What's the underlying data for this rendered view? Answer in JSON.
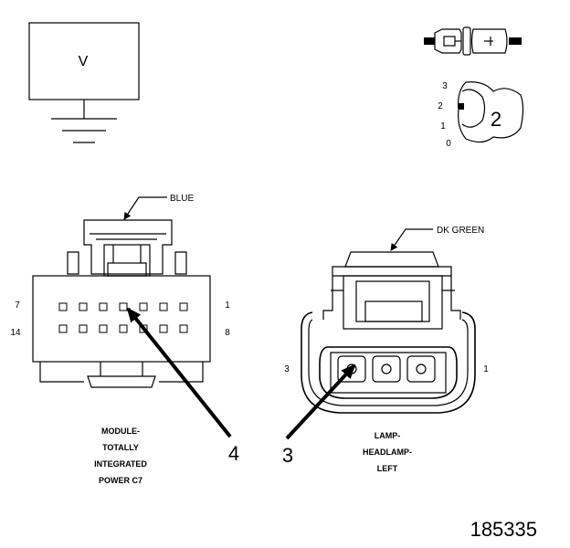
{
  "voltmeter": {
    "symbol": "V"
  },
  "ignition_switch": {
    "positions": [
      "3",
      "2",
      "1",
      "0"
    ],
    "callout": "2"
  },
  "connector_c7": {
    "color_label": "BLUE",
    "pin_left_top": "7",
    "pin_right_top": "1",
    "pin_left_bottom": "14",
    "pin_right_bottom": "8",
    "name_lines": [
      "MODULE-",
      "TOTALLY",
      "INTEGRATED",
      "POWER C7"
    ],
    "callout": "4"
  },
  "connector_headlamp": {
    "color_label": "DK GREEN",
    "pin_left": "3",
    "pin_right": "1",
    "name_lines": [
      "LAMP-",
      "HEADLAMP-",
      "LEFT"
    ],
    "callout": "3"
  },
  "figure_number": "185335"
}
